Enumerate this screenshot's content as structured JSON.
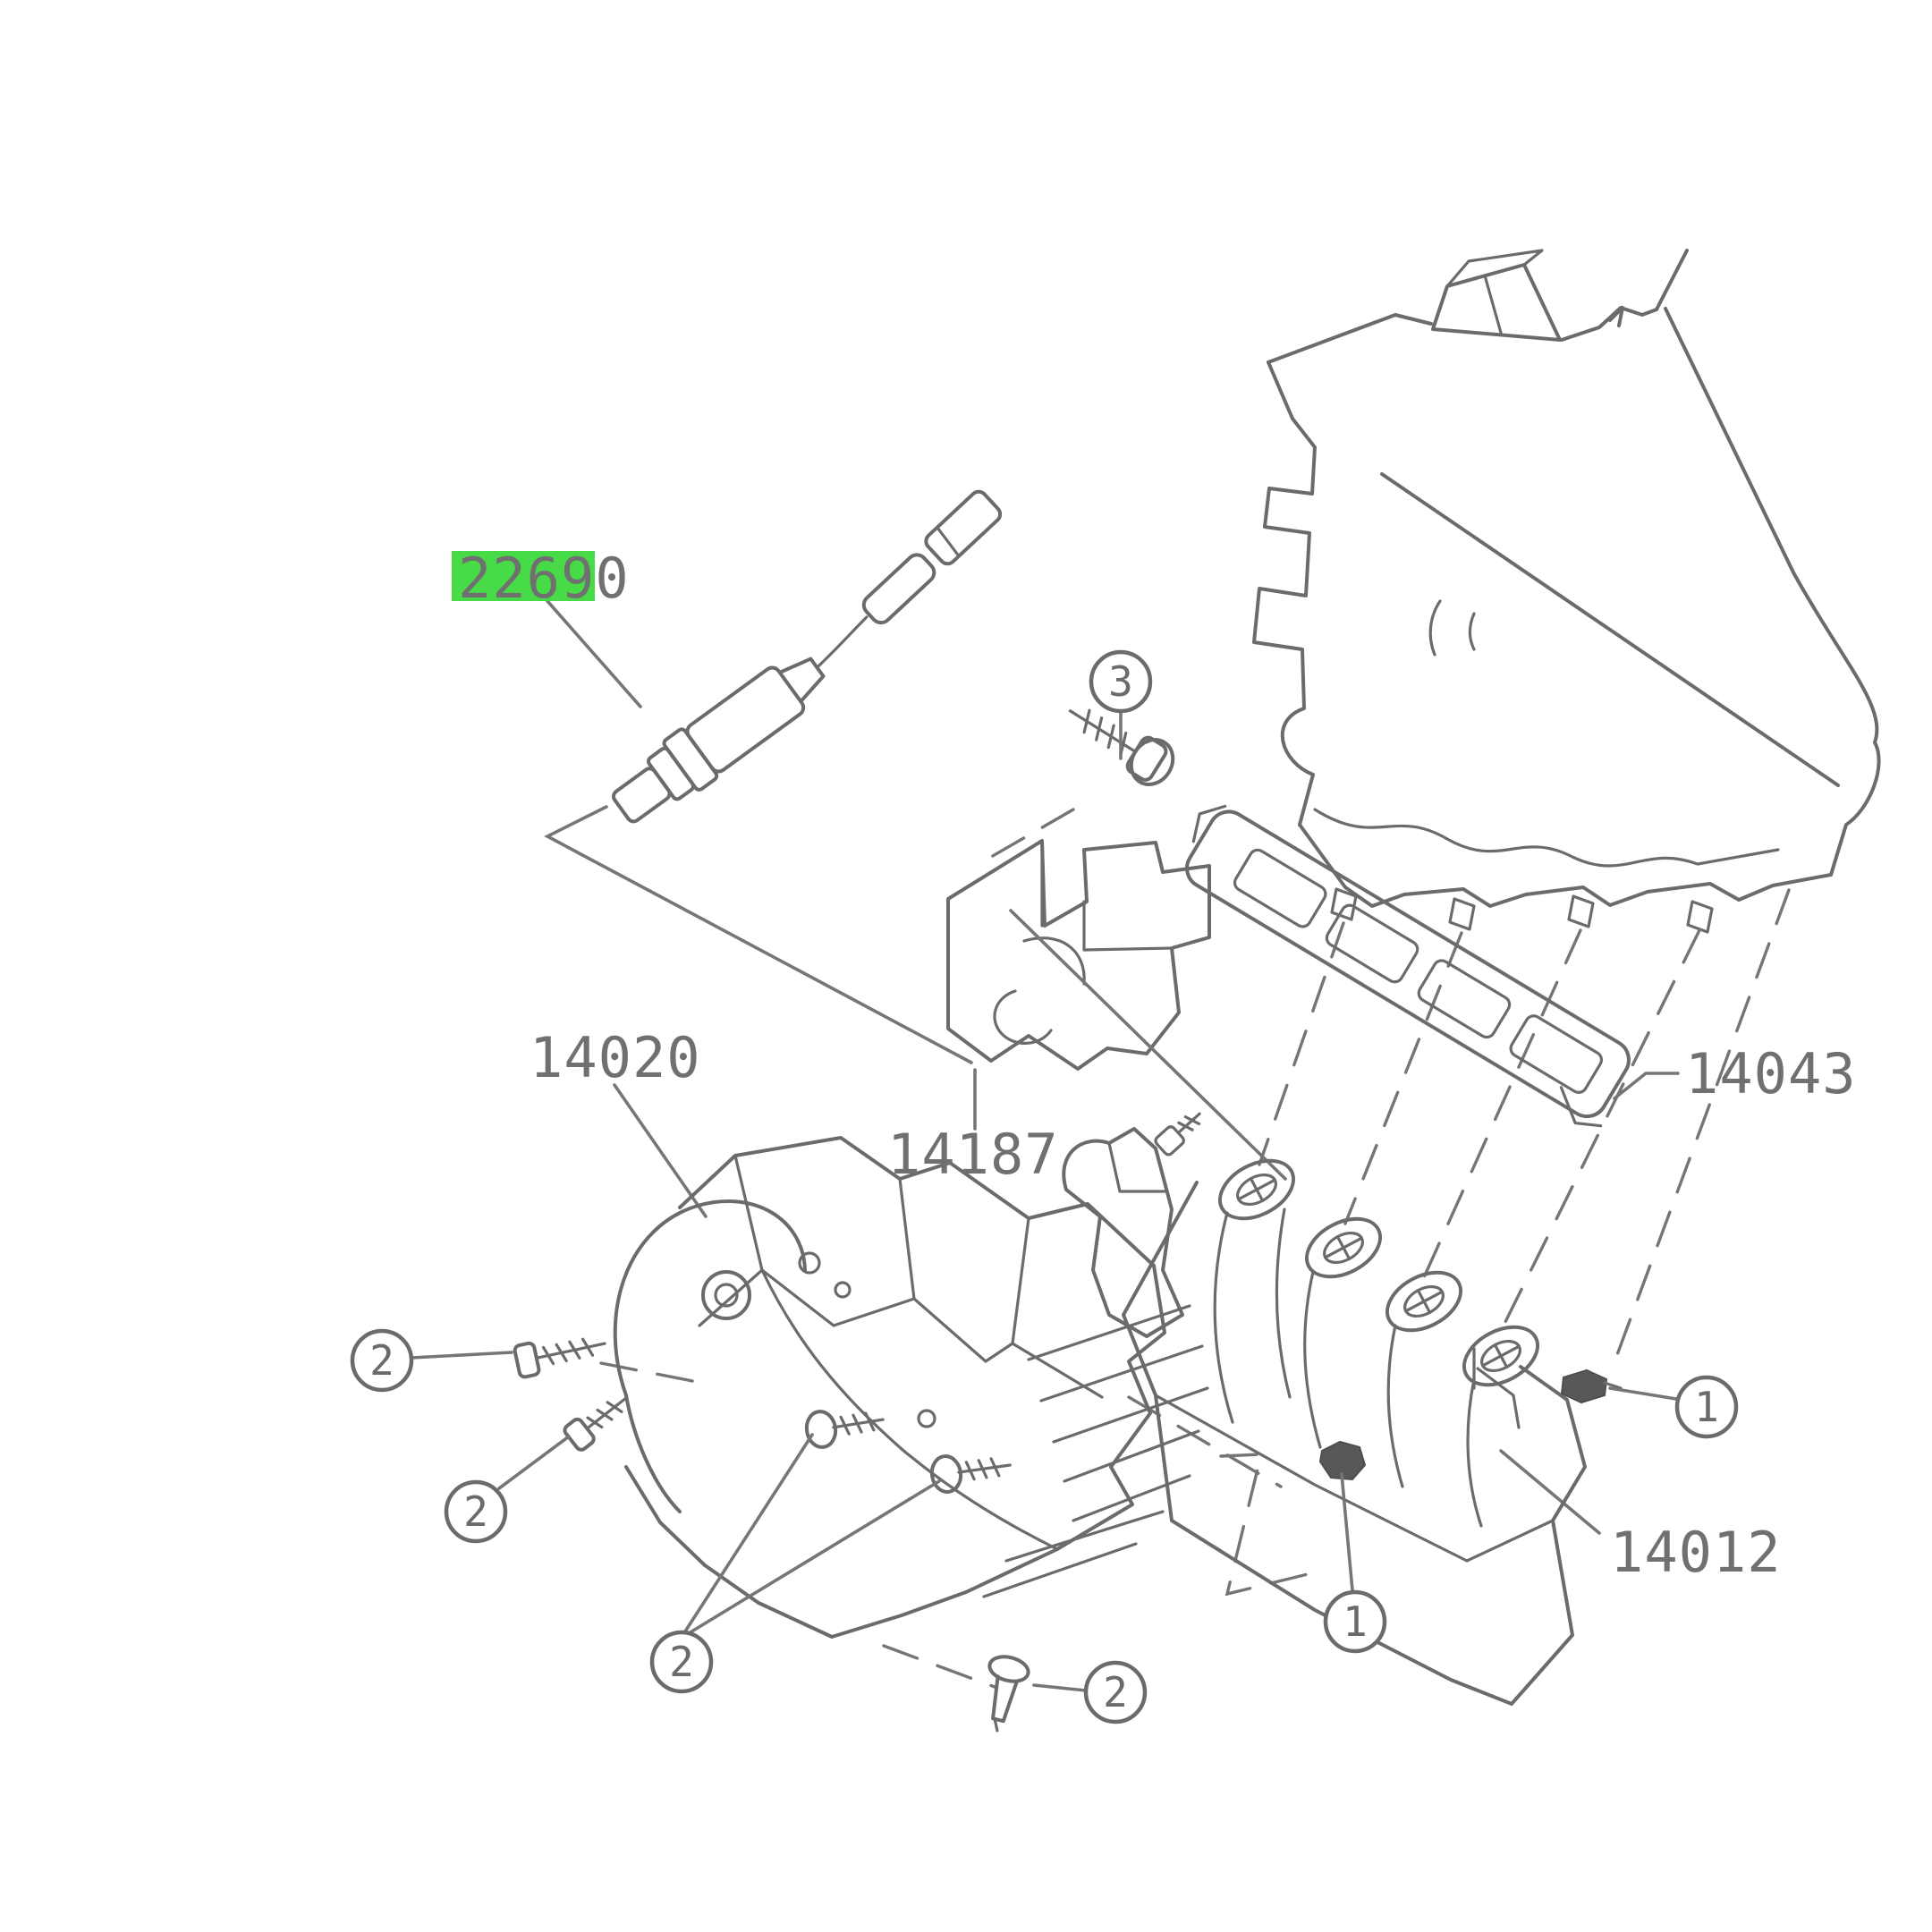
{
  "diagram": {
    "type": "parts-exploded-diagram",
    "background": "#ffffff",
    "line_color": "#6b6b6b",
    "text_color": "#707070",
    "highlight_color": "#47db47",
    "callouts": {
      "sensor": {
        "highlighted": "2269",
        "rest": "0",
        "full": "22690"
      },
      "heat_shield": {
        "label": "14020"
      },
      "bracket": {
        "label": "14187"
      },
      "insulator_strip": {
        "label": "14043"
      },
      "intake_manifold": {
        "label": "14012"
      }
    },
    "markers": [
      {
        "id": "marker-3-top",
        "symbol": "3"
      },
      {
        "id": "marker-2-left-upper",
        "symbol": "2"
      },
      {
        "id": "marker-2-left-lower",
        "symbol": "2"
      },
      {
        "id": "marker-2-bottom-center",
        "symbol": "2"
      },
      {
        "id": "marker-2-bottom-right",
        "symbol": "2"
      },
      {
        "id": "marker-1-bottom",
        "symbol": "1"
      },
      {
        "id": "marker-1-right",
        "symbol": "1"
      }
    ]
  }
}
